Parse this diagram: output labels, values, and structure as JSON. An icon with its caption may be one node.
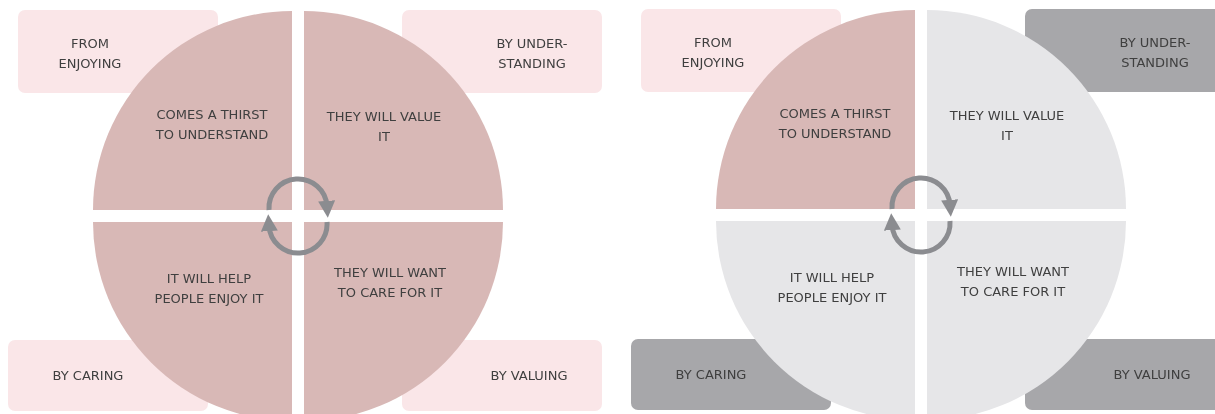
{
  "diagram": {
    "nodes": [
      {
        "text": [
          "FROM ENJOYING"
        ]
      },
      {
        "text": [
          "BY UNDER-STANDING"
        ]
      },
      {
        "text": [
          "COMES A THIRST TO UNDERSTAND"
        ]
      },
      {
        "text": [
          "THEY WILL VALUE IT"
        ]
      },
      {
        "text": [
          "IT WILL HELP PEOPLE ENJOY IT"
        ]
      },
      {
        "text": [
          "THEY WILL WANT TO CARE FOR IT"
        ]
      },
      {
        "text": [
          "BY CARING"
        ]
      },
      {
        "text": [
          "BY VALUING"
        ]
      },
      {
        "text": [
          "FROM ENJOYING"
        ]
      },
      {
        "text": [
          "BY UNDER-STANDING"
        ]
      },
      {
        "text": [
          "COMES A THIRST TO UNDERSTAND"
        ]
      },
      {
        "text": [
          "THEY WILL VALUE IT"
        ]
      },
      {
        "text": [
          "IT WILL HELP PEOPLE ENJOY IT"
        ]
      },
      {
        "text": [
          "THEY WILL WANT TO CARE FOR IT"
        ]
      },
      {
        "text": [
          "BY CARING"
        ]
      },
      {
        "text": [
          "BY VALUING"
        ]
      }
    ],
    "edges": [
      {
        "from": 2,
        "to": 3,
        "arrow": "to"
      },
      {
        "from": 5,
        "to": 4,
        "arrow": "to"
      },
      {
        "from": 10,
        "to": 11,
        "arrow": "to"
      },
      {
        "from": 13,
        "to": 12,
        "arrow": "to"
      }
    ]
  }
}
